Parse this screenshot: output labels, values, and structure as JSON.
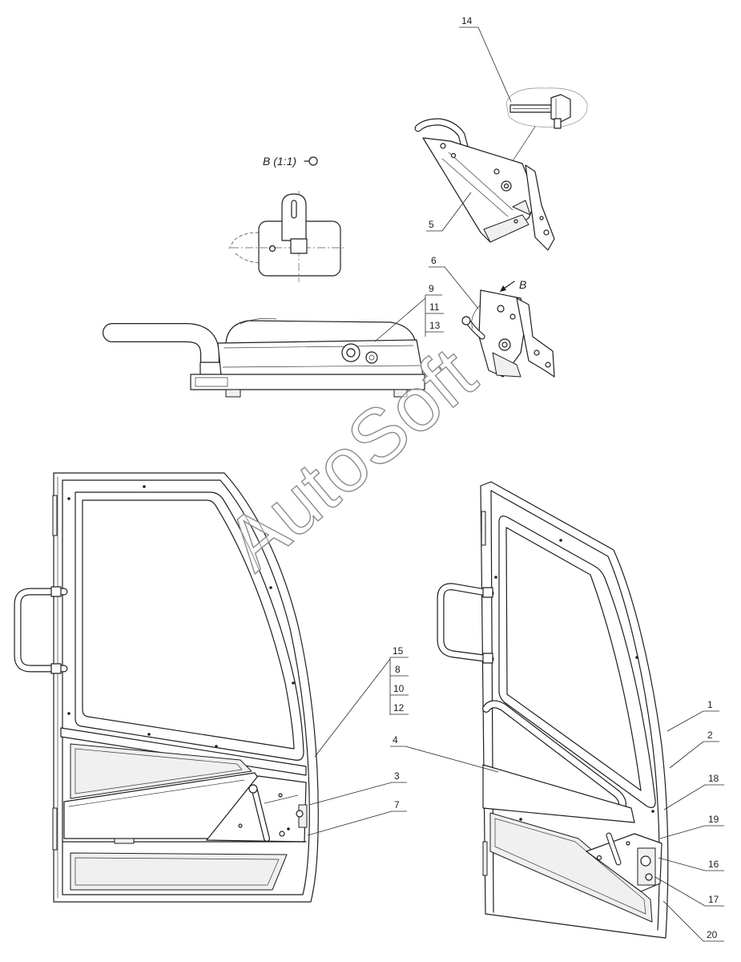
{
  "callouts": {
    "top": [
      "14",
      "5",
      "6"
    ],
    "stack_upper": [
      "9",
      "11",
      "13"
    ],
    "stack_lower": [
      "15",
      "8",
      "10",
      "12"
    ],
    "left_door": [
      "4",
      "3",
      "7"
    ],
    "right_door": [
      "1",
      "2",
      "18",
      "19",
      "16",
      "17",
      "20"
    ]
  },
  "detail_view": {
    "label": "B (1:1)",
    "icon": "rotated-view-icon"
  },
  "view_direction": {
    "label": "B",
    "icon": "view-arrow-icon"
  },
  "watermark": "AutoSoft",
  "colors": {
    "line": "#1e1e1e",
    "background": "#ffffff",
    "watermark_outline": "#8c8c8c"
  }
}
